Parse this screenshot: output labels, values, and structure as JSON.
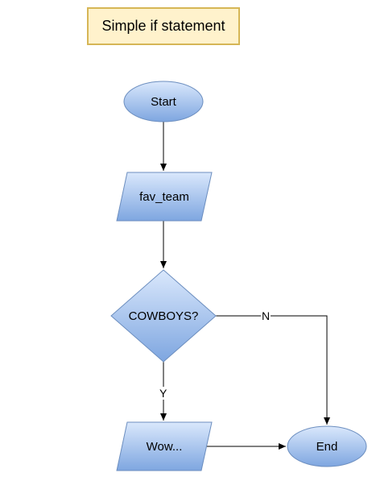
{
  "title": "Simple if statement",
  "nodes": {
    "start": "Start",
    "input": "fav_team",
    "decision": "COWBOYS?",
    "output": "Wow...",
    "end": "End"
  },
  "edges": {
    "yes": "Y",
    "no": "N"
  },
  "colors": {
    "shape_fill_top": "#dae8fc",
    "shape_fill_bottom": "#7ea6e0",
    "shape_stroke": "#6c8ebf",
    "title_fill": "#fff2cc",
    "title_stroke": "#d6b656"
  }
}
